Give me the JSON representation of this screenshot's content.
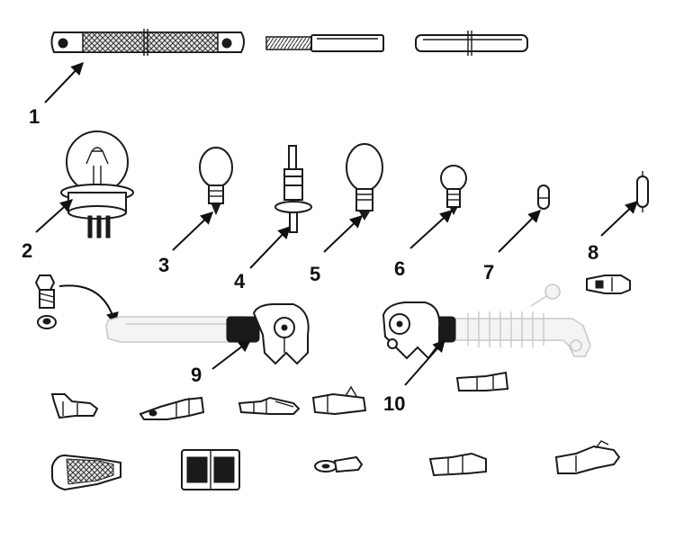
{
  "diagram": {
    "callouts": [
      {
        "id": "1",
        "label": "1"
      },
      {
        "id": "2",
        "label": "2"
      },
      {
        "id": "3",
        "label": "3"
      },
      {
        "id": "4",
        "label": "4"
      },
      {
        "id": "5",
        "label": "5"
      },
      {
        "id": "6",
        "label": "6"
      },
      {
        "id": "7",
        "label": "7"
      },
      {
        "id": "8",
        "label": "8"
      },
      {
        "id": "9",
        "label": "9"
      },
      {
        "id": "10",
        "label": "10"
      }
    ],
    "colors": {
      "ink": "#1a1a1a",
      "ghost": "#c9c9c9",
      "background": "#ffffff"
    }
  }
}
